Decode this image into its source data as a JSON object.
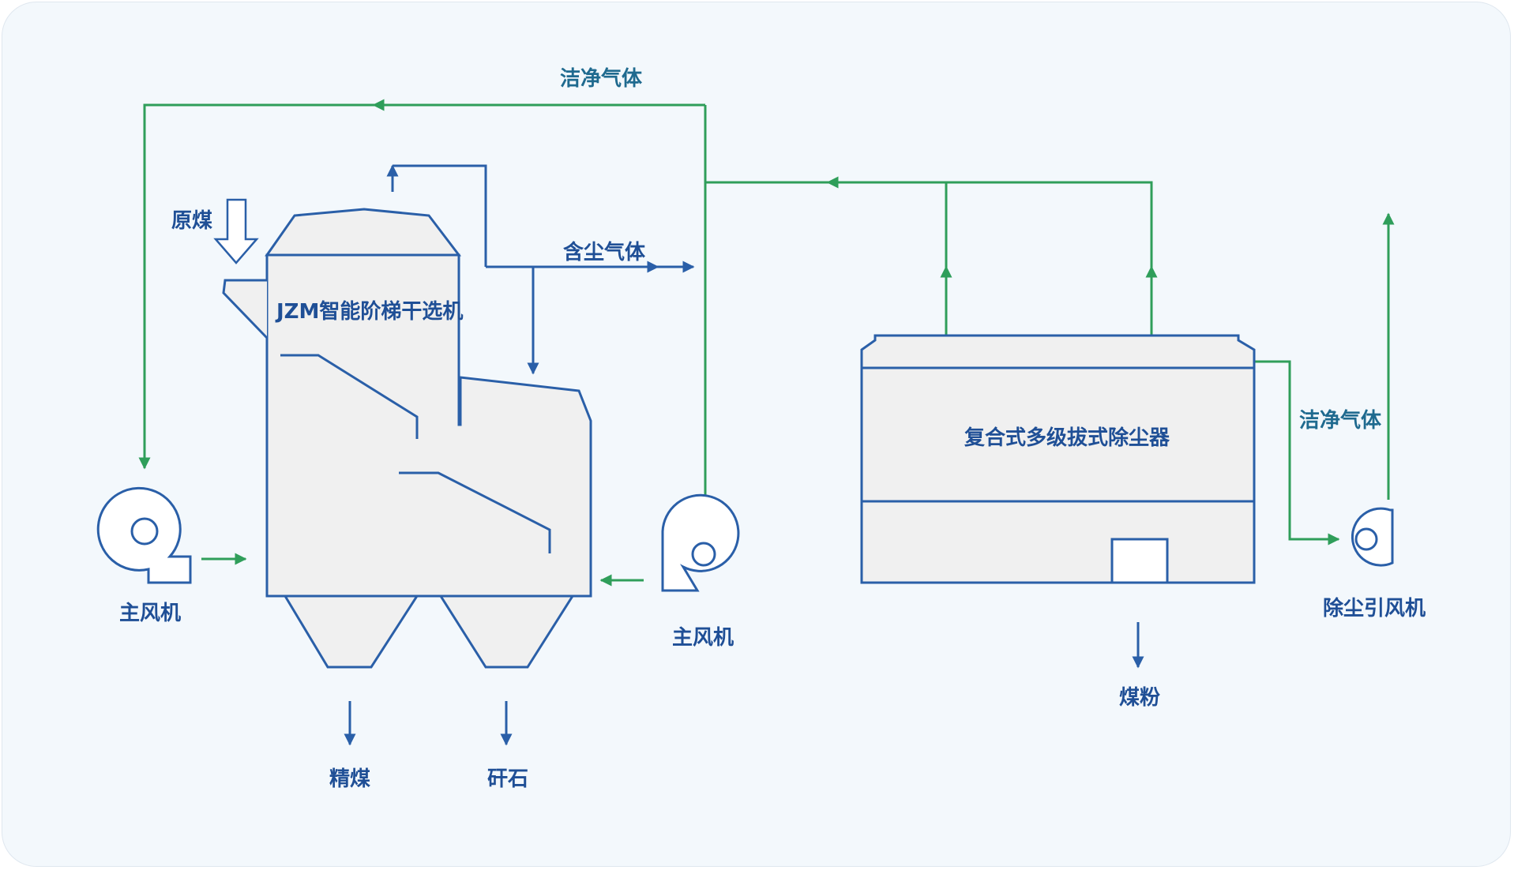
{
  "colors": {
    "background": "#f3f8fc",
    "equipment_stroke": "#2a5fa8",
    "equipment_fill": "#f0f0f0",
    "clean_gas_line": "#2f9e5a",
    "dusty_gas_line": "#2a5fa8",
    "label_text": "#1f4f96",
    "label_text_green": "#1f6a8f"
  },
  "equipment": {
    "dryer": {
      "label": "JZM智能阶梯干选机"
    },
    "dust_collector": {
      "label": "复合式多级拔式除尘器"
    },
    "main_fan_left": {
      "label": "主风机",
      "icon": "fan-icon"
    },
    "main_fan_right": {
      "label": "主风机",
      "icon": "fan-icon"
    },
    "induced_fan": {
      "label": "除尘引风机",
      "icon": "fan-icon"
    }
  },
  "flows": {
    "raw_coal": "原煤",
    "clean_gas_top": "洁净气体",
    "dusty_gas": "含尘气体",
    "clean_gas_right": "洁净气体",
    "clean_coal": "精煤",
    "gangue": "矸石",
    "coal_powder": "煤粉"
  }
}
